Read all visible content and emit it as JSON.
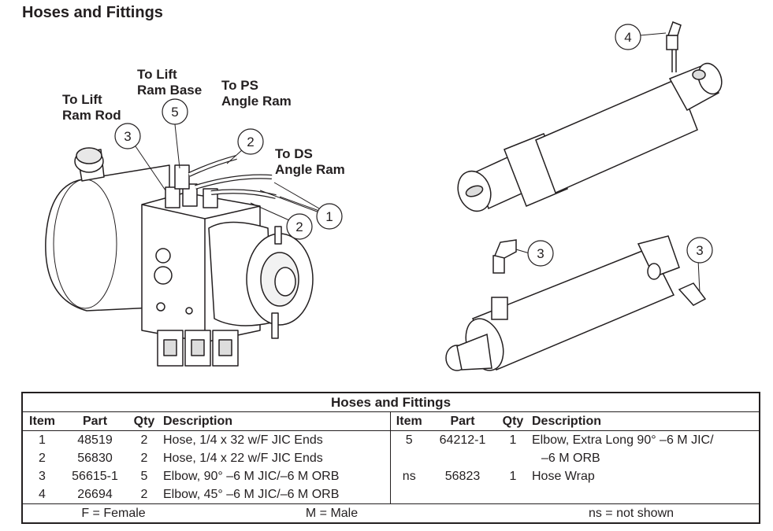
{
  "title": "Hoses and Fittings",
  "labels": {
    "lift_ram_rod": [
      "To Lift",
      "Ram Rod"
    ],
    "lift_ram_base": [
      "To Lift",
      "Ram Base"
    ],
    "ps_angle_ram": [
      "To PS",
      "Angle Ram"
    ],
    "ds_angle_ram": [
      "To DS",
      "Angle Ram"
    ]
  },
  "callouts": [
    "5",
    "3",
    "2",
    "2",
    "1",
    "4",
    "3",
    "3"
  ],
  "table": {
    "title": "Hoses and Fittings",
    "headers": [
      "Item",
      "Part",
      "Qty",
      "Description",
      "Item",
      "Part",
      "Qty",
      "Description"
    ],
    "left_rows": [
      {
        "item": "1",
        "part": "48519",
        "qty": "2",
        "desc": "Hose, 1/4 x 32 w/F JIC Ends"
      },
      {
        "item": "2",
        "part": "56830",
        "qty": "2",
        "desc": "Hose, 1/4 x 22 w/F JIC Ends"
      },
      {
        "item": "3",
        "part": "56615-1",
        "qty": "5",
        "desc": "Elbow, 90° –6 M JIC/–6 M ORB"
      },
      {
        "item": "4",
        "part": "26694",
        "qty": "2",
        "desc": "Elbow, 45° –6 M JIC/–6 M ORB"
      }
    ],
    "right_rows": [
      {
        "item": "5",
        "part": "64212-1",
        "qty": "1",
        "desc": "Elbow, Extra Long 90° –6 M JIC/",
        "desc2": "–6 M  ORB"
      },
      {
        "item": "ns",
        "part": "56823",
        "qty": "1",
        "desc": "Hose Wrap"
      }
    ],
    "legend": [
      "F = Female",
      "M = Male",
      "ns = not shown"
    ]
  }
}
